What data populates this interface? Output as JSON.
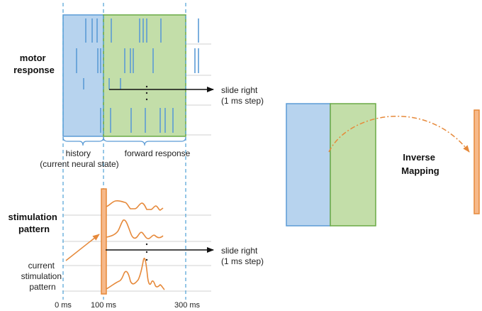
{
  "labels": {
    "motor_title": [
      "motor",
      "response"
    ],
    "stim_title": [
      "stimulation",
      "pattern"
    ],
    "history": [
      "history",
      "(current neural state)"
    ],
    "forward": "forward response",
    "slide_top": [
      "slide right",
      "(1 ms step)"
    ],
    "slide_bottom": [
      "slide right",
      "(1 ms step)"
    ],
    "current_pattern": [
      "current",
      "stimulation",
      "pattern"
    ],
    "inverse": [
      "Inverse",
      "Mapping"
    ],
    "ticks": [
      "0 ms",
      "100 ms",
      "300 ms"
    ]
  },
  "colors": {
    "history_fill": "#b7d3ee",
    "history_stroke": "#5b9bd5",
    "forward_fill": "#c3dea9",
    "forward_stroke": "#6aaa45",
    "spike": "#5b9bd5",
    "stim": "#e6893a",
    "grid": "#d0d0d0",
    "dashed": "#5aa7d8"
  }
}
